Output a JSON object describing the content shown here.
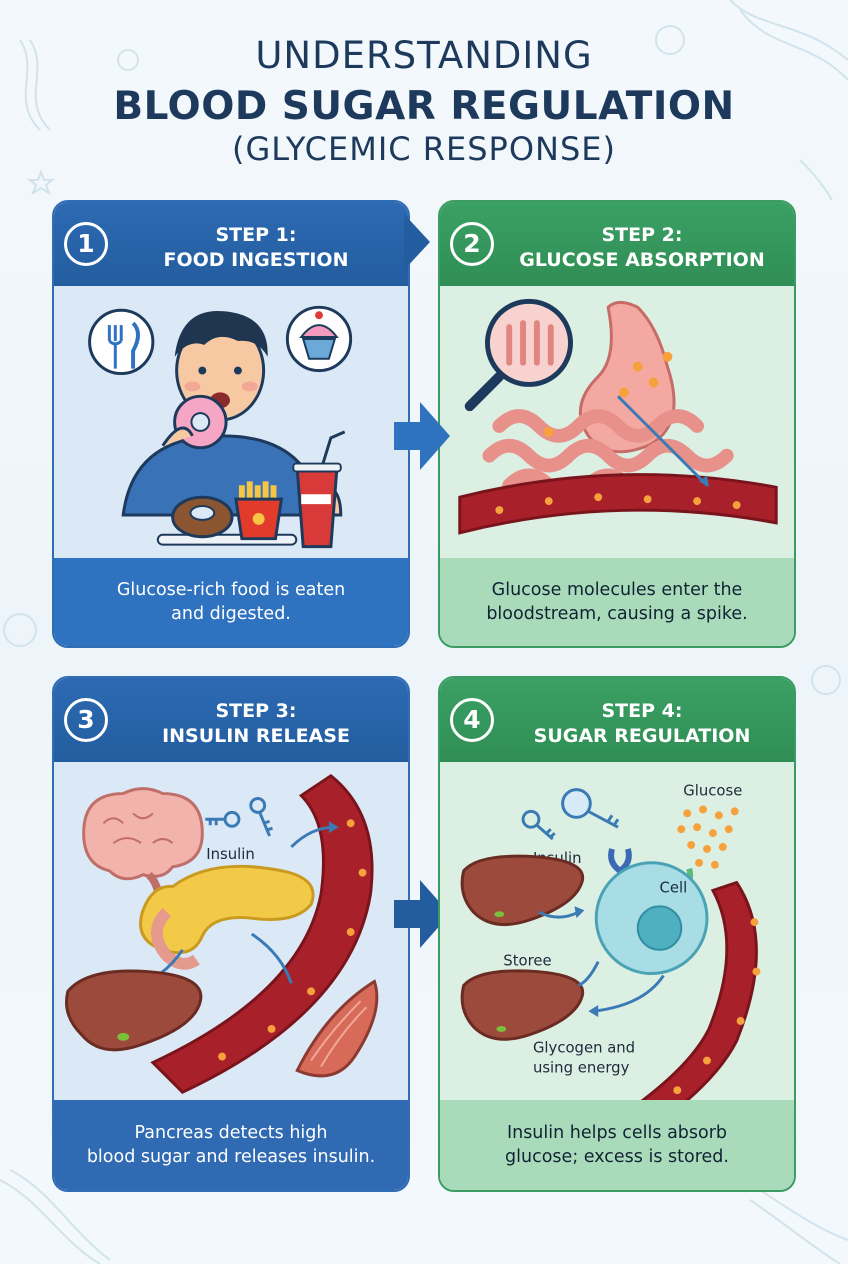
{
  "title": {
    "line1": "UNDERSTANDING",
    "line2": "BLOOD SUGAR REGULATION",
    "line3": "(GLYCEMIC RESPONSE)"
  },
  "colors": {
    "blue": "#2f6db4",
    "green": "#3c9b63",
    "title": "#1d3a5c"
  },
  "steps": [
    {
      "number": "1",
      "heading": "STEP 1:",
      "subheading": "FOOD INGESTION",
      "caption_line1": "Glucose-rich food is eaten",
      "caption_line2": "and digested.",
      "icons": [
        "fork-knife-icon",
        "cupcake-icon"
      ]
    },
    {
      "number": "2",
      "heading": "STEP 2:",
      "subheading": "GLUCOSE ABSORPTION",
      "caption_line1": "Glucose molecules enter the",
      "caption_line2": "bloodstream, causing a spike.",
      "icons": [
        "magnifier-icon"
      ]
    },
    {
      "number": "3",
      "heading": "STEP 3:",
      "subheading": "INSULIN RELEASE",
      "label_insulin": "Insulin",
      "caption_line1": "Pancreas detects high",
      "caption_line2": "blood sugar and releases insulin.",
      "icons": [
        "key-icon"
      ]
    },
    {
      "number": "4",
      "heading": "STEP 4:",
      "subheading": "SUGAR REGULATION",
      "label_glucose": "Glucose",
      "label_insulin": "Insulin",
      "label_cell": "Cell",
      "label_storee": "Storee",
      "label_glycogen1": "Glycogen and",
      "label_glycogen2": "using energy",
      "caption_line1": "Insulin helps cells absorb",
      "caption_line2": "glucose; excess is stored.",
      "icons": [
        "key-icon"
      ]
    }
  ]
}
